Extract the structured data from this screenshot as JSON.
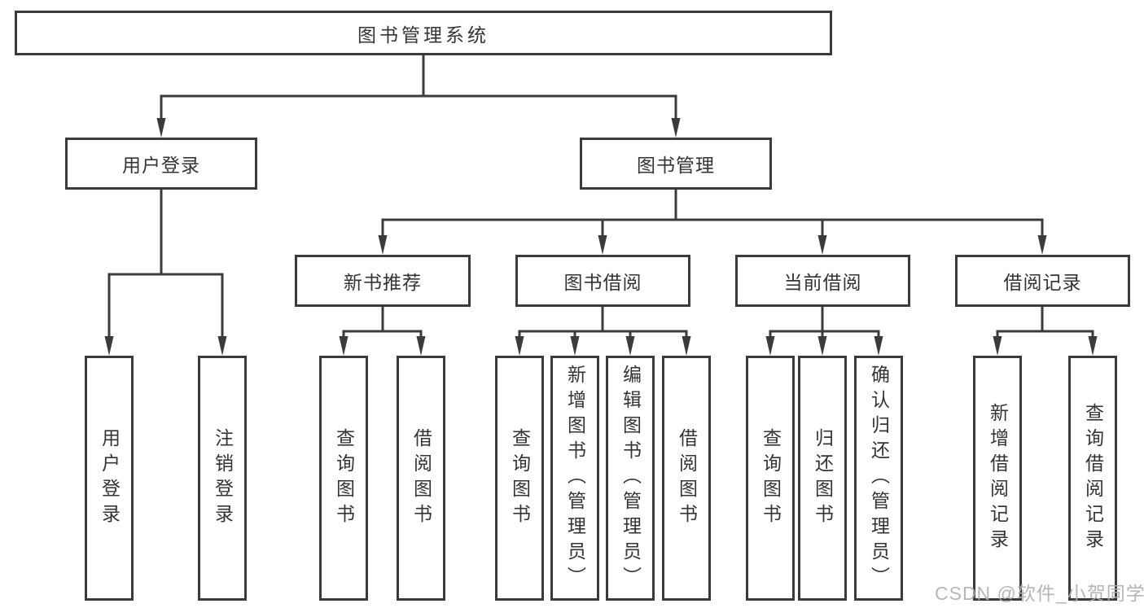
{
  "tree": {
    "label": "图书管理系统",
    "children": [
      {
        "label": "用户登录",
        "children": [
          {
            "label": "用户登录"
          },
          {
            "label": "注销登录"
          }
        ]
      },
      {
        "label": "图书管理",
        "children": [
          {
            "label": "新书推荐",
            "children": [
              {
                "label": "查询图书"
              },
              {
                "label": "借阅图书"
              }
            ]
          },
          {
            "label": "图书借阅",
            "children": [
              {
                "label": "查询图书"
              },
              {
                "label": "新增图书（管理员）"
              },
              {
                "label": "编辑图书（管理员）"
              },
              {
                "label": "借阅图书"
              }
            ]
          },
          {
            "label": "当前借阅",
            "children": [
              {
                "label": "查询图书"
              },
              {
                "label": "归还图书"
              },
              {
                "label": "确认归还（管理员）"
              }
            ]
          },
          {
            "label": "借阅记录",
            "children": [
              {
                "label": "新增借阅记录"
              },
              {
                "label": "查询借阅记录"
              }
            ]
          }
        ]
      }
    ]
  },
  "watermark": "CSDN @软件_小贺同学",
  "colors": {
    "line": "#3b3b3b",
    "text": "#343434",
    "box_background": "#ffffff",
    "watermark": "#b0b0b0",
    "background": "#ffffff"
  }
}
